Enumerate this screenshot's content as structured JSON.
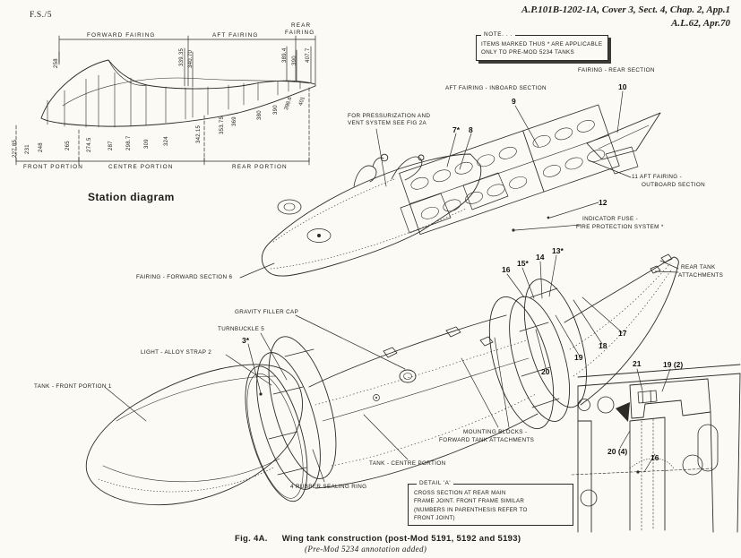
{
  "page": {
    "fs_ref": "F.S./5",
    "header": {
      "line1": "A.P.101B-1202-1A, Cover 3, Sect. 4, Chap. 2, App.1",
      "line2": "A.L.62, Apr.70"
    },
    "note_box": {
      "title": "NOTE. . .",
      "line1": "ITEMS MARKED THUS * ARE APPLICABLE",
      "line2": "ONLY TO PRE-MOD 5234 TANKS"
    },
    "caption": {
      "fig": "Fig. 4A.",
      "title": "Wing tank construction (post-Mod 5191, 5192 and 5193)",
      "subtitle": "(Pre-Mod 5234 annotation added)"
    }
  },
  "station_diagram": {
    "title": "Station diagram",
    "top_sections": {
      "forward": "FORWARD FAIRING",
      "aft": "AFT FAIRING",
      "rear_line1": "REAR",
      "rear_line2": "FAIRING"
    },
    "bottom_sections": {
      "front": "FRONT PORTION",
      "centre": "CENTRE PORTION",
      "rear": "REAR PORTION"
    },
    "top_stations": [
      "258",
      "339.35",
      "340.70",
      "389.4",
      "390",
      "407.7"
    ],
    "slant_stations": [
      "398.6",
      "401"
    ],
    "bottom_stations": [
      "227.85",
      "231",
      "248",
      "265",
      "274.5",
      "287",
      "298.7",
      "309",
      "324",
      "342.15",
      "353.75",
      "369",
      "380",
      "390"
    ]
  },
  "labels": {
    "pressurization_line1": "FOR PRESSURIZATION AND",
    "pressurization_line2": "VENT SYSTEM SEE FIG 2A",
    "item_7": "7*",
    "item_8": "8",
    "aft_fairing_inboard": "AFT FAIRING - INBOARD SECTION",
    "item_9": "9",
    "fairing_rear_section": "FAIRING - REAR SECTION",
    "item_10": "10",
    "aft_fairing_outboard_line1": "11 AFT FAIRING -",
    "aft_fairing_outboard_line2": "OUTBOARD SECTION",
    "item_12": "12",
    "indicator_fuse_line1": "INDICATOR FUSE -",
    "indicator_fuse_line2": "FIRE PROTECTION SYSTEM *",
    "fairing_forward_section": "FAIRING - FORWARD SECTION 6",
    "gravity_filler_cap": "GRAVITY FILLER CAP",
    "turnbuckle": "TURNBUCKLE 5",
    "item_3": "3*",
    "light_alloy_strap": "LIGHT - ALLOY STRAP 2",
    "tank_front_portion": "TANK - FRONT PORTION 1",
    "rubber_sealing_ring": "4 RUBBER SEALING RING",
    "tank_centre_portion": "TANK - CENTRE PORTION",
    "mounting_blocks_line1": "MOUNTING BLOCKS -",
    "mounting_blocks_line2": "FORWARD TANK ATTACHMENTS",
    "rear_tank_attachments_line1": "REAR TANK",
    "rear_tank_attachments_line2": "ATTACHMENTS",
    "item_13": "13*",
    "item_14": "14",
    "item_15": "15*",
    "item_16": "16",
    "item_17": "17",
    "item_18": "18",
    "item_19": "19",
    "item_20": "20",
    "item_21": "21",
    "item_19_2": "19 (2)",
    "item_20_4": "20 (4)",
    "item_16_detail": "16",
    "detail_a": {
      "title": "DETAIL 'A'",
      "line1": "CROSS SECTION AT REAR MAIN",
      "line2": "FRAME JOINT.   FRONT FRAME SIMILAR",
      "line3": "(NUMBERS IN PARENTHESIS REFER TO",
      "line4": "FRONT JOINT)"
    }
  }
}
